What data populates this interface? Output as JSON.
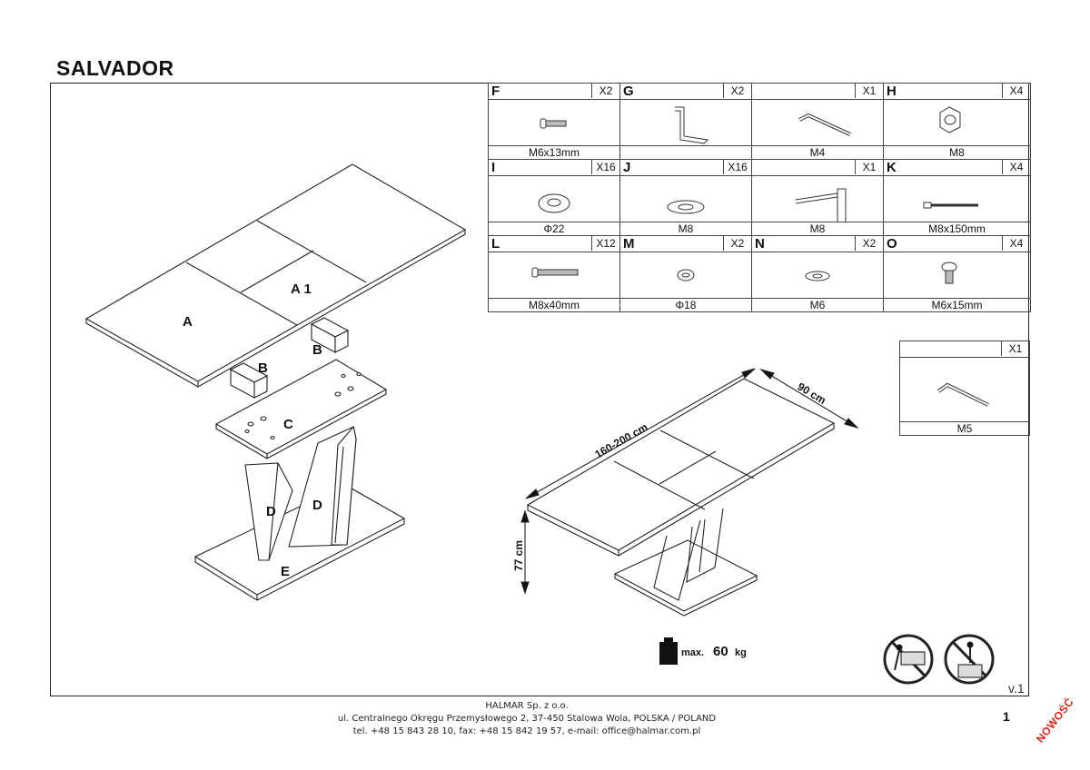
{
  "title": "SALVADOR",
  "labels": {
    "A": "A",
    "A1": "A 1",
    "B1": "B",
    "B2": "B",
    "C": "C",
    "D1": "D",
    "D2": "D",
    "E": "E"
  },
  "dimensions": {
    "length": "160-200 cm",
    "width": "90 cm",
    "height": "77 cm"
  },
  "parts": [
    {
      "letter": "F",
      "qty": "X2",
      "name": "M6x13mm",
      "icon": "screw-short-icon"
    },
    {
      "letter": "G",
      "qty": "X2",
      "name": "",
      "icon": "bracket-icon"
    },
    {
      "letter": "",
      "qty": "X1",
      "name": "M4",
      "icon": "allen-key-icon"
    },
    {
      "letter": "H",
      "qty": "X4",
      "name": "M8",
      "icon": "nut-icon"
    },
    {
      "letter": "I",
      "qty": "X16",
      "name": "Φ22",
      "icon": "washer-icon"
    },
    {
      "letter": "J",
      "qty": "X16",
      "name": "M8",
      "icon": "spring-washer-icon"
    },
    {
      "letter": "",
      "qty": "X1",
      "name": "M8",
      "icon": "wrench-icon"
    },
    {
      "letter": "K",
      "qty": "X4",
      "name": "M8x150mm",
      "icon": "long-bolt-icon"
    },
    {
      "letter": "L",
      "qty": "X12",
      "name": "M8x40mm",
      "icon": "bolt-icon"
    },
    {
      "letter": "M",
      "qty": "X2",
      "name": "Φ18",
      "icon": "small-washer-icon"
    },
    {
      "letter": "N",
      "qty": "X2",
      "name": "M6",
      "icon": "spring-washer-small-icon"
    },
    {
      "letter": "O",
      "qty": "X4",
      "name": "M6x15mm",
      "icon": "screw-round-icon"
    }
  ],
  "extra_part": {
    "qty": "X1",
    "name": "M5",
    "icon": "allen-key-icon"
  },
  "load": {
    "prefix": "max.",
    "value": "60",
    "unit": "kg"
  },
  "version": "v.1",
  "footer": {
    "line1": "HALMAR Sp. z o.o.",
    "line2": "ul. Centralnego Okręgu Przemysłowego 2, 37-450 Stalowa Wola, POLSKA / POLAND",
    "line3": "tel. +48 15 843 28 10, fax: +48 15 842 19 57, e-mail: office@halmar.com.pl"
  },
  "page_number": "1",
  "badge": "NOWOŚĆ"
}
